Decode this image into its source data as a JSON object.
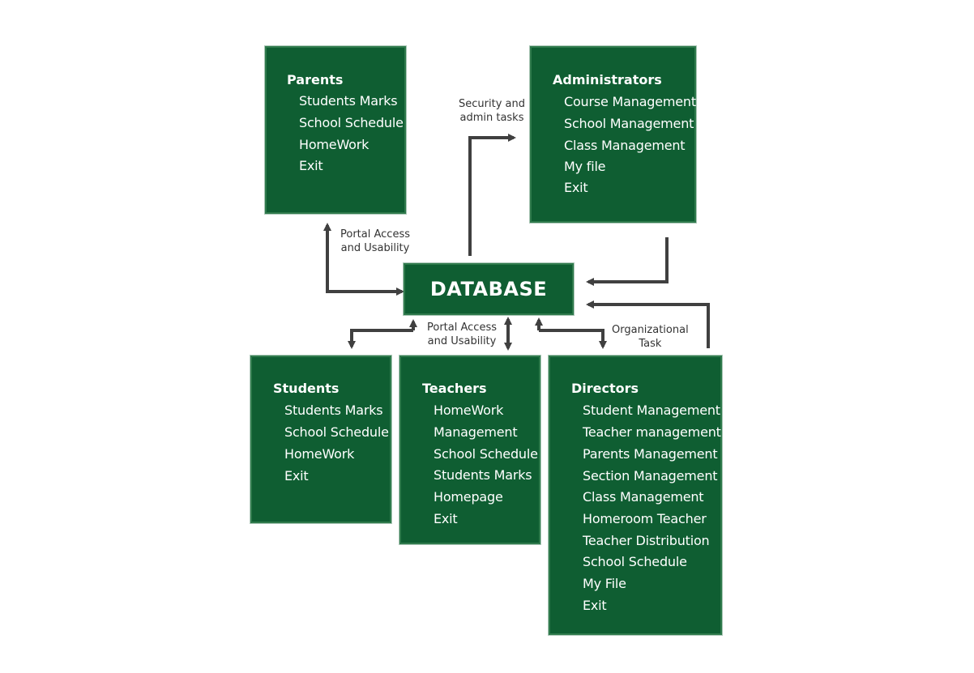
{
  "parents": {
    "title": "Parents",
    "items": [
      "Students Marks",
      "School Schedule",
      "HomeWork",
      "Exit"
    ]
  },
  "administrators": {
    "title": "Administrators",
    "items": [
      "Course Management",
      "School Management",
      "Class Management",
      "My file",
      "Exit"
    ]
  },
  "database": {
    "label": "DATABASE"
  },
  "students": {
    "title": "Students",
    "items": [
      "Students Marks",
      "School Schedule",
      "HomeWork",
      "Exit"
    ]
  },
  "teachers": {
    "title": "Teachers",
    "items": [
      "HomeWork",
      "Management",
      "School Schedule",
      "Students Marks",
      "Homepage",
      "Exit"
    ]
  },
  "directors": {
    "title": "Directors",
    "items": [
      "Student Management",
      "Teacher management",
      "Parents Management",
      "Section Management",
      "Class Management",
      "Homeroom Teacher",
      "Teacher Distribution",
      "School  Schedule",
      "My File",
      "Exit"
    ]
  },
  "labels": {
    "security_line1": "Security and",
    "security_line2": "admin tasks",
    "portal_top_line1": "Portal Access",
    "portal_top_line2": "and Usability",
    "portal_bottom_line1": "Portal Access",
    "portal_bottom_line2": "and Usability",
    "org_line1": "Organizational",
    "org_line2": "Task"
  },
  "colors": {
    "box": "#0f5e32",
    "arrow": "#404040",
    "text": "#ffffff"
  }
}
